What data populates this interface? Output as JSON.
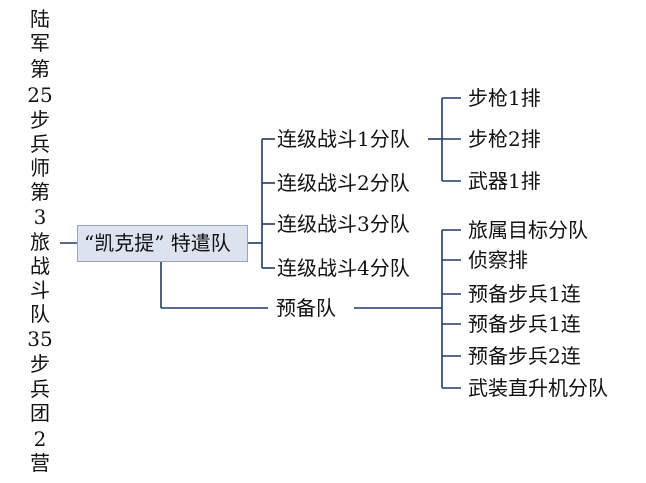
{
  "side_title": [
    "陆",
    "军",
    "第",
    "25",
    "步",
    "兵",
    "师",
    "第",
    "3",
    "旅",
    "战",
    "斗",
    "队",
    "35",
    "步",
    "兵",
    "团",
    "2",
    "营"
  ],
  "root": "“凯克提” 特遣队",
  "companies": [
    "连级战斗1分队",
    "连级战斗2分队",
    "连级战斗3分队",
    "连级战斗4分队"
  ],
  "company1_units": [
    "步枪1排",
    "步枪2排",
    "武器1排"
  ],
  "reserve": "预备队",
  "reserve_units": [
    "旅属目标分队",
    "侦察排",
    "预备步兵1连",
    "预备步兵1连",
    "预备步兵2连",
    "武装直升机分队"
  ]
}
